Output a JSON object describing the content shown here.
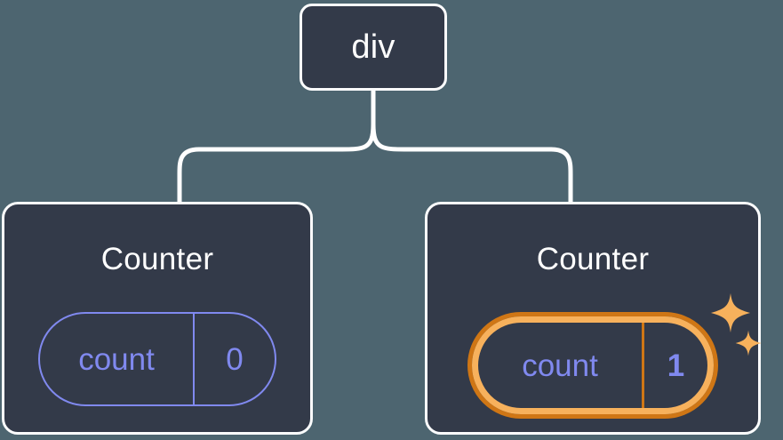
{
  "diagram": {
    "type": "component-tree",
    "background_color": "#4d6570",
    "node_fill_color": "#333a49",
    "node_border_color": "#fbfcfd",
    "connector_color": "#ffffff",
    "accent_state_color": "#8089ef",
    "highlight_outer_color": "#cf7615",
    "highlight_inner_color": "#f7b15c",
    "sparkle_color": "#f7b15c"
  },
  "root": {
    "label": "div"
  },
  "children": [
    {
      "label": "Counter",
      "state": {
        "key": "count",
        "value": "0"
      },
      "highlighted": false,
      "sparkles": false
    },
    {
      "label": "Counter",
      "state": {
        "key": "count",
        "value": "1"
      },
      "highlighted": true,
      "sparkles": true,
      "sparkle_icons": [
        "sparkle-large-icon",
        "sparkle-small-icon"
      ]
    }
  ]
}
